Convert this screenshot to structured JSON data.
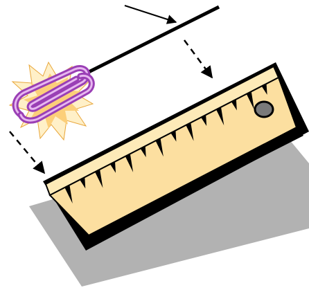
{
  "illustration": {
    "objects": [
      "paper-clip",
      "starburst",
      "line",
      "arrow",
      "dashed-arrow",
      "dashed-arrow",
      "ruler",
      "shadow"
    ]
  },
  "colors": {
    "ruler_face": "#FCDFA0",
    "ruler_top_face": "#FDEAB8",
    "ruler_outline": "#000000",
    "shadow": "#B2B2B2",
    "starburst_fill": "#FCCF7A",
    "starburst_glow": "#FFF0C8",
    "paperclip": "#9A3FB5",
    "paperclip_highlight": "#E7B7F0",
    "line": "#000000"
  },
  "ruler": {
    "tick_count": 14
  }
}
